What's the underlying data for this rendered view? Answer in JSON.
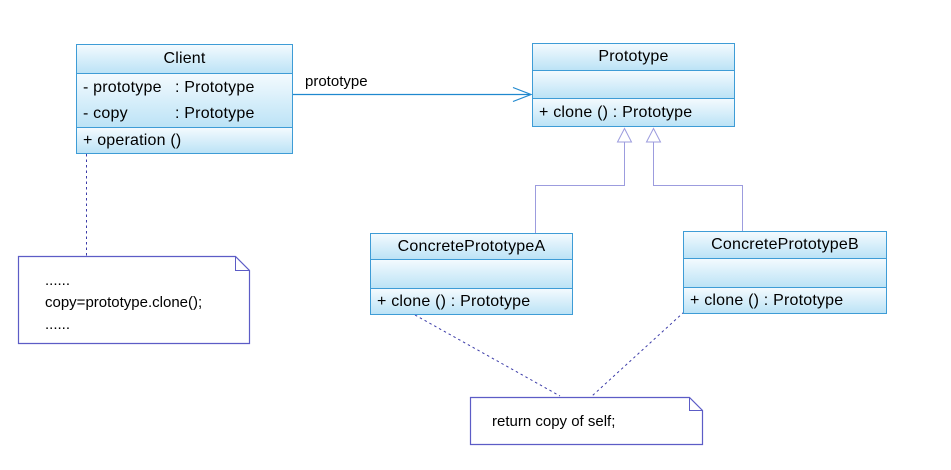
{
  "diagram": {
    "colors": {
      "class_border": "#3E9CD6",
      "class_fill_top": "#F3FAFE",
      "class_fill_bottom": "#BCE3F6",
      "note_border": "#5C5CC6",
      "note_fill": "#FFFFFF",
      "association": "#1F88CF",
      "generalization": "#9C9CDE",
      "note_anchor": "#3C3CA8",
      "text": "#000000"
    },
    "classes": [
      {
        "name": "Client",
        "attributes": [
          {
            "name": "- prototype",
            "type": ": Prototype"
          },
          {
            "name": "- copy",
            "type": ": Prototype"
          }
        ],
        "operations": [
          "+ operation ()"
        ]
      },
      {
        "name": "Prototype",
        "attributes": [],
        "operations": [
          "+ clone () : Prototype"
        ]
      },
      {
        "name": "ConcretePrototypeA",
        "attributes": [],
        "operations": [
          "+ clone () : Prototype"
        ]
      },
      {
        "name": "ConcretePrototypeB",
        "attributes": [],
        "operations": [
          "+ clone () : Prototype"
        ]
      }
    ],
    "notes": [
      {
        "lines": [
          "......",
          "copy=prototype.clone();",
          "......"
        ]
      },
      {
        "lines": [
          "return copy of self;"
        ]
      }
    ],
    "relationships": [
      {
        "type": "association",
        "from": "Client",
        "to": "Prototype",
        "label": "prototype"
      },
      {
        "type": "generalization",
        "from": "ConcretePrototypeA",
        "to": "Prototype"
      },
      {
        "type": "generalization",
        "from": "ConcretePrototypeB",
        "to": "Prototype"
      },
      {
        "type": "note-anchor",
        "from": "client-note",
        "to": "Client"
      },
      {
        "type": "note-anchor",
        "from": "clone-note",
        "to": "ConcretePrototypeA"
      },
      {
        "type": "note-anchor",
        "from": "clone-note",
        "to": "ConcretePrototypeB"
      }
    ]
  }
}
